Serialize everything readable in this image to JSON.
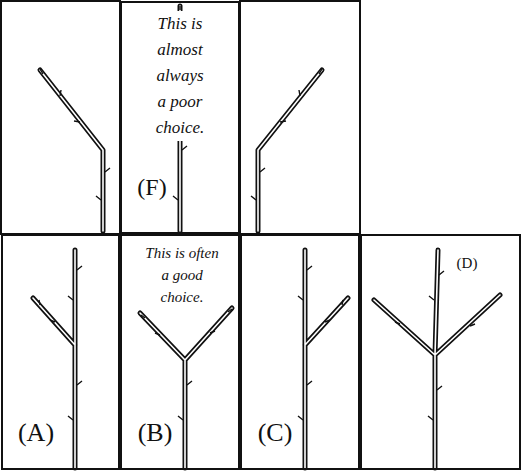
{
  "diagram": {
    "nodes": [
      {
        "text": [
          "This is almost always a poor choice.",
          "(F)"
        ]
      },
      {
        "text": [
          "(A)"
        ]
      },
      {
        "text": [
          "This is often a good choice.",
          "(B)"
        ]
      },
      {
        "text": [
          "(C)"
        ]
      },
      {
        "text": [
          "(D)"
        ]
      }
    ]
  }
}
